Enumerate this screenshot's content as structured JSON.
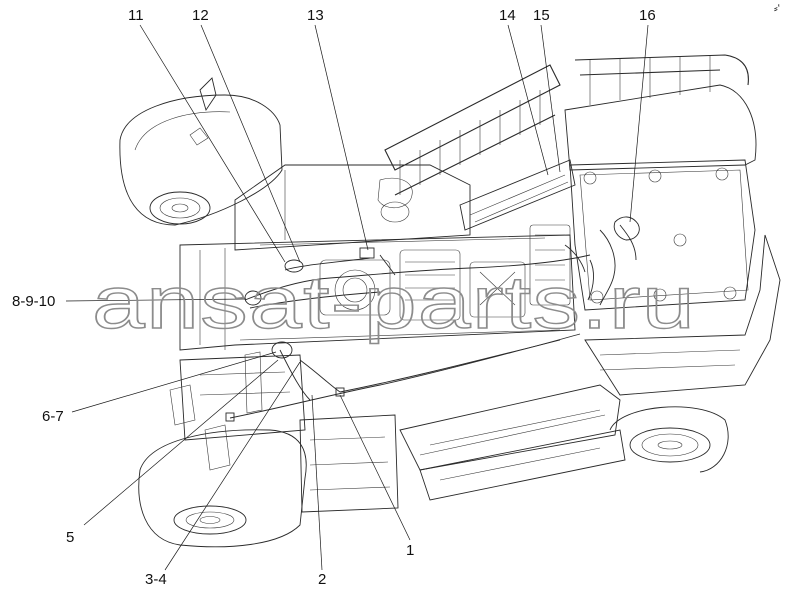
{
  "watermark": "ansat-parts.ru",
  "corner_mark": "⸗ʻ",
  "callouts": {
    "c11": "11",
    "c12": "12",
    "c13": "13",
    "c14": "14",
    "c15": "15",
    "c16": "16",
    "c8_9_10": "8-9-10",
    "c6_7": "6-7",
    "c5": "5",
    "c3_4": "3-4",
    "c2": "2",
    "c1": "1"
  }
}
